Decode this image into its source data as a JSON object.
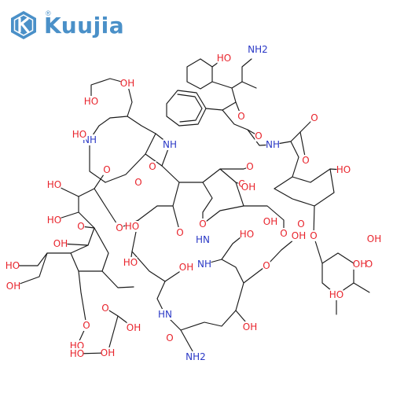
{
  "brand": {
    "name": "Kuujia",
    "registered": "®",
    "logo_icon": "kuujia-k-hexagon-icon",
    "color": "#4a90c8"
  },
  "atom_colors": {
    "O": "#e8242c",
    "N": "#2b39c6",
    "C": "#1a1a1a"
  },
  "labels": [
    "HO",
    "NH2",
    "O",
    "O",
    "O",
    "O",
    "NH",
    "HO",
    "O",
    "O",
    "OH",
    "HO",
    "NH",
    "HO",
    "OH",
    "OH",
    "O",
    "O",
    "HO",
    "NH",
    "O",
    "HO",
    "HO",
    "O",
    "O",
    "OH",
    "HO",
    "OH",
    "O",
    "O",
    "O",
    "HN",
    "O",
    "HO",
    "OH",
    "O",
    "OH",
    "O",
    "HO",
    "OH",
    "HO",
    "O",
    "NH",
    "OH",
    "HN",
    "HO",
    "O",
    "O",
    "OH",
    "OH",
    "O",
    "HO",
    "NH2",
    "HO",
    "OH"
  ]
}
